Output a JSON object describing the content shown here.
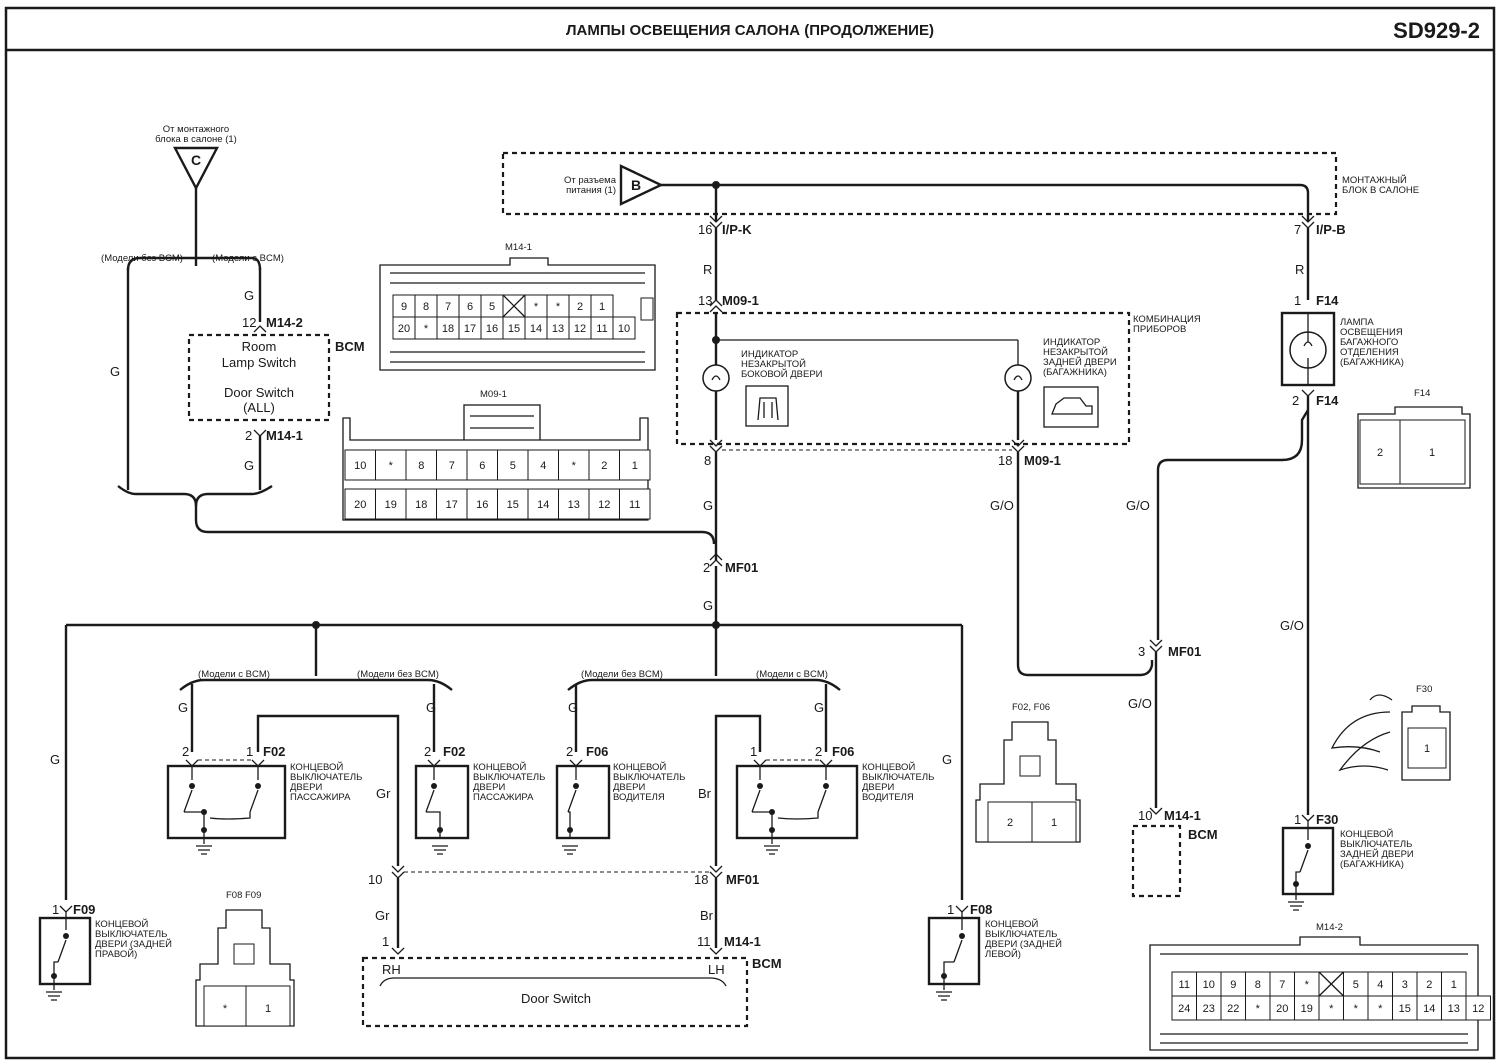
{
  "header": {
    "title": "ЛАМПЫ ОСВЕЩЕНИЯ САЛОНА (ПРОДОЛЖЕНИЕ)",
    "code": "SD929-2"
  },
  "sources": {
    "c_letter": "C",
    "c_label_1": "От монтажного",
    "c_label_2": "блока в салоне (1)",
    "b_letter": "B",
    "b_label_1": "От разъема",
    "b_label_2": "питания (1)",
    "junction_box_1": "МОНТАЖНЫЙ",
    "junction_box_2": "БЛОК В САЛОНЕ"
  },
  "labels": {
    "models_without_bcm": "(Модели без BCM)",
    "models_with_bcm": "(Модели с BCM)",
    "bcm": "BCM",
    "room_lamp_1": "Room",
    "room_lamp_2": "Lamp Switch",
    "door_switch_all_1": "Door Switch",
    "door_switch_all_2": "(ALL)",
    "door_switch": "Door Switch",
    "rh": "RH",
    "lh": "LH",
    "cluster_1": "КОМБИНАЦИЯ",
    "cluster_2": "ПРИБОРОВ",
    "ind_side_1": "ИНДИКАТОР",
    "ind_side_2": "НЕЗАКРЫТОЙ",
    "ind_side_3": "БОКОВОЙ ДВЕРИ",
    "ind_rear_1": "ИНДИКАТОР",
    "ind_rear_2": "НЕЗАКРЫТОЙ",
    "ind_rear_3": "ЗАДНЕЙ ДВЕРИ",
    "ind_rear_4": "(БАГАЖНИКА)",
    "lamp_1": "ЛАМПА",
    "lamp_2": "ОСВЕЩЕНИЯ",
    "lamp_3": "БАГАЖНОГО",
    "lamp_4": "ОТДЕЛЕНИЯ",
    "lamp_5": "(БАГАЖНИКА)",
    "sw_1": "КОНЦЕВОЙ",
    "sw_2": "ВЫКЛЮЧАТЕЛЬ",
    "sw_3": "ДВЕРИ",
    "passenger": "ПАССАЖИРА",
    "driver": "ВОДИТЕЛЯ",
    "rear_right": "ДВЕРИ (ЗАДНЕЙ",
    "rear_right_2": "ПРАВОЙ)",
    "rear_left_2": "ЛЕВОЙ)",
    "tail_door": "ЗАДНЕЙ ДВЕРИ",
    "tail_door_2": "(БАГАЖНИКА)"
  },
  "connectors": {
    "ipk": "I/P-K",
    "ipb": "I/P-B",
    "m09_1": "M09-1",
    "m14_1": "M14-1",
    "m14_2": "M14-2",
    "mf01": "MF01",
    "f14": "F14",
    "f02": "F02",
    "f06": "F06",
    "f08": "F08",
    "f09": "F09",
    "f30": "F30"
  },
  "pins": {
    "p16": "16",
    "p7": "7",
    "p13": "13",
    "p1": "1",
    "p2": "2",
    "p8": "8",
    "p18": "18",
    "p3": "3",
    "p10": "10",
    "p11": "11",
    "p12": "12"
  },
  "wire_colors": {
    "g": "G",
    "r": "R",
    "go": "G/O",
    "gr": "Gr",
    "br": "Br"
  },
  "connector_views": {
    "m14_1": {
      "name": "M14-1",
      "top": [
        "9",
        "8",
        "7",
        "6",
        "5",
        "",
        "*",
        "*",
        "2",
        "1"
      ],
      "bottom": [
        "20",
        "*",
        "18",
        "17",
        "16",
        "15",
        "14",
        "13",
        "12",
        "11",
        "10"
      ]
    },
    "m09_1": {
      "name": "M09-1",
      "top": [
        "10",
        "*",
        "8",
        "7",
        "6",
        "5",
        "4",
        "*",
        "2",
        "1"
      ],
      "bottom": [
        "20",
        "19",
        "18",
        "17",
        "16",
        "15",
        "14",
        "13",
        "12",
        "11"
      ]
    },
    "f14": {
      "name": "F14",
      "cells": [
        "2",
        "1"
      ]
    },
    "f02_f06": {
      "name": "F02, F06",
      "cells": [
        "2",
        "1"
      ]
    },
    "f08_f09": {
      "name": "F08  F09",
      "cells": [
        "*",
        "1"
      ]
    },
    "f30": {
      "name": "F30",
      "cells": [
        "1"
      ]
    },
    "m14_2": {
      "name": "M14-2",
      "top": [
        "11",
        "10",
        "9",
        "8",
        "7",
        "*",
        "",
        "5",
        "4",
        "3",
        "2",
        "1"
      ],
      "bottom": [
        "24",
        "23",
        "22",
        "*",
        "20",
        "19",
        "*",
        "*",
        "*",
        "15",
        "14",
        "13",
        "12"
      ]
    }
  }
}
